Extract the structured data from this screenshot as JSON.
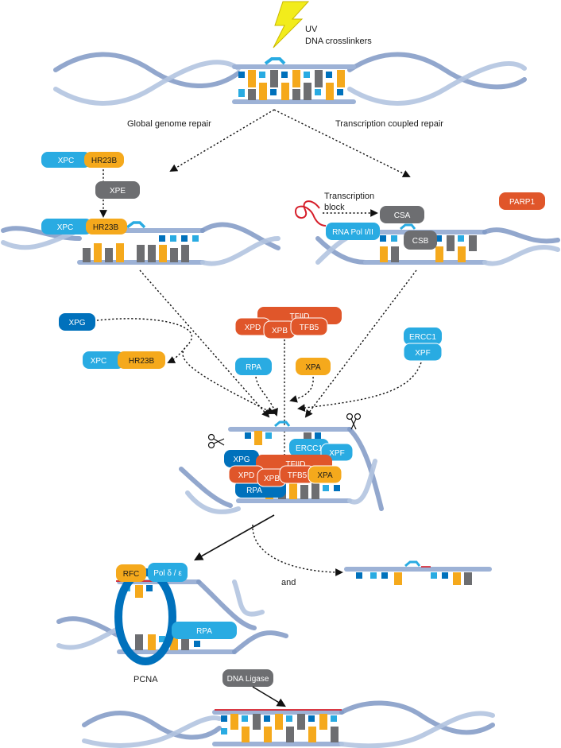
{
  "labels": {
    "uv": "UV",
    "crosslinkers": "DNA crosslinkers",
    "global_repair": "Global genome repair",
    "tc_repair": "Transcription coupled repair",
    "transcription": "Transcription",
    "block": "block",
    "and": "and",
    "pcna": "PCNA"
  },
  "proteins": {
    "xpc": "XPC",
    "hr23b": "HR23B",
    "xpe": "XPE",
    "csa": "CSA",
    "csb": "CSB",
    "rna_pol": "RNA Pol I/II",
    "parp1": "PARP1",
    "tfiid": "TFIID",
    "xpd": "XPD",
    "xpb": "XPB",
    "tfb5": "TFB5",
    "xpg": "XPG",
    "rpa": "RPA",
    "xpa": "XPA",
    "ercc1": "ERCC1",
    "xpf": "XPF",
    "rfc": "RFC",
    "pol": "Pol δ / ε",
    "ligase": "DNA Ligase"
  },
  "colors": {
    "cyan": "#29abe2",
    "blue": "#0071bc",
    "orange": "#f5a91c",
    "red_orange": "#e0562a",
    "grey": "#6d6e71",
    "strand": "#8ea6cf",
    "lightning": "#f2ec1b"
  },
  "icons": [
    "lightning-icon",
    "scissors-icon"
  ]
}
